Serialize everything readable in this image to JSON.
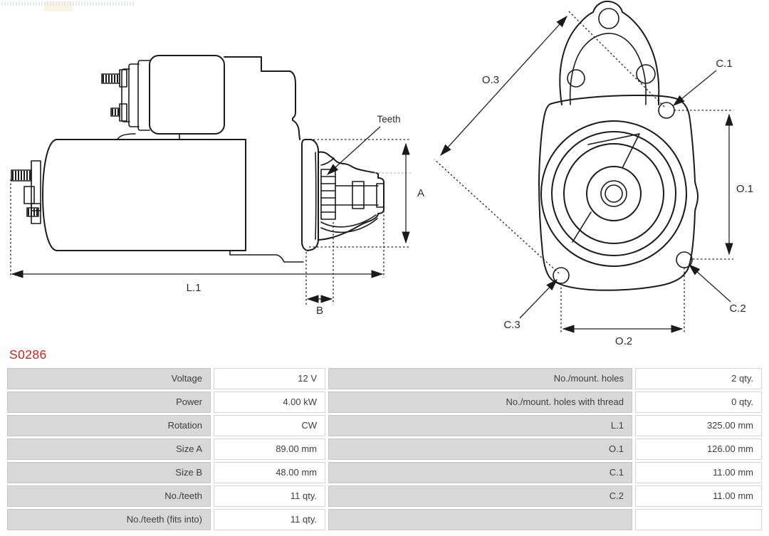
{
  "part_number": "S0286",
  "diagram": {
    "side_view": {
      "teeth_label": "Teeth",
      "dim_a": "A",
      "dim_l1": "L.1",
      "dim_b": "B"
    },
    "front_view": {
      "dim_o3": "O.3",
      "dim_c1": "C.1",
      "dim_o1": "O.1",
      "dim_c3": "C.3",
      "dim_c2": "C.2",
      "dim_o2": "O.2"
    }
  },
  "specs": {
    "left": [
      {
        "label": "Voltage",
        "value": "12 V"
      },
      {
        "label": "Power",
        "value": "4.00 kW"
      },
      {
        "label": "Rotation",
        "value": "CW"
      },
      {
        "label": "Size A",
        "value": "89.00 mm"
      },
      {
        "label": "Size B",
        "value": "48.00 mm"
      },
      {
        "label": "No./teeth",
        "value": "11 qty."
      },
      {
        "label": "No./teeth (fits into)",
        "value": "11 qty."
      }
    ],
    "right": [
      {
        "label": "No./mount. holes",
        "value": "2 qty."
      },
      {
        "label": "No./mount. holes with thread",
        "value": "0 qty."
      },
      {
        "label": "L.1",
        "value": "325.00 mm"
      },
      {
        "label": "O.1",
        "value": "126.00 mm"
      },
      {
        "label": "C.1",
        "value": "11.00 mm"
      },
      {
        "label": "C.2",
        "value": "11.00 mm"
      },
      {
        "label": "",
        "value": ""
      }
    ]
  },
  "colors": {
    "part_number_red": "#cf2121",
    "line": "#1a1a1a",
    "label_cell_gray": "#d8d8d8",
    "text_gray": "#3d3d3d"
  }
}
